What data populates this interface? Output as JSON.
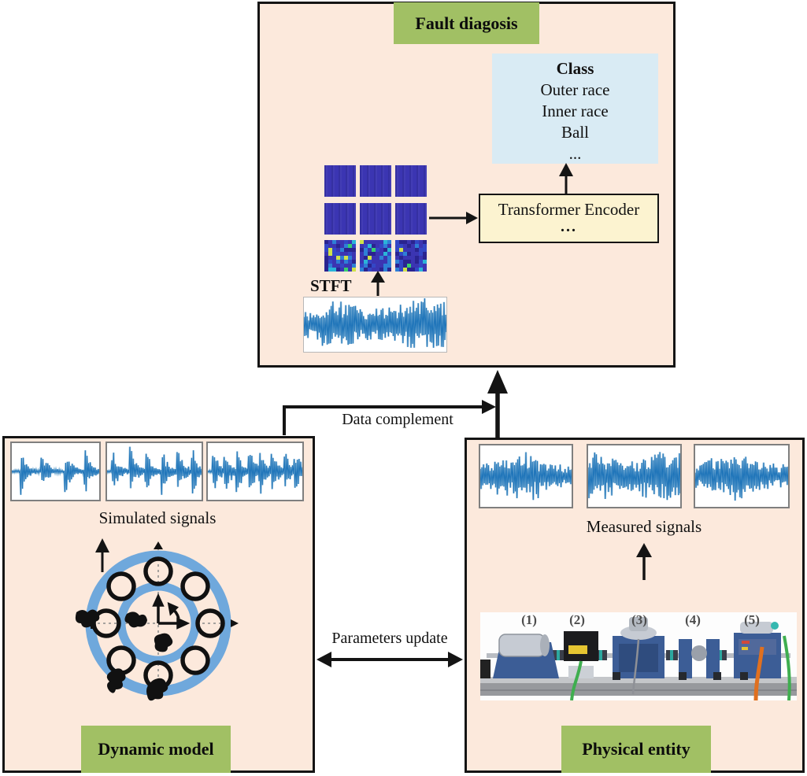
{
  "palette": {
    "panel_background": "#fce9dc",
    "label_green": "#a1c064",
    "class_box_blue": "#d9ebf4",
    "transformer_cream": "#fcf3d0",
    "signal_blue": "#1f77b4",
    "spectrogram_blue": "#3b35b2",
    "bearing_ring_blue": "#6fa8dc",
    "border_black": "#141414",
    "plot_border_gray": "#7f7f7f"
  },
  "fault_diagnosis": {
    "title": "Fault diagosis",
    "class_box": {
      "title": "Class",
      "items": [
        "Outer race",
        "Inner race",
        "Ball",
        "..."
      ]
    },
    "transformer": {
      "label": "Transformer Encoder",
      "ellipsis": "..."
    },
    "stft_label": "STFT"
  },
  "dynamic_model": {
    "title": "Dynamic model",
    "signals_label": "Simulated signals"
  },
  "physical_entity": {
    "title": "Physical entity",
    "signals_label": "Measured signals",
    "rig_labels": [
      "(1)",
      "(2)",
      "(3)",
      "(4)",
      "(5)"
    ]
  },
  "arrows": {
    "data_complement": "Data complement",
    "parameters_update": "Parameters update"
  }
}
